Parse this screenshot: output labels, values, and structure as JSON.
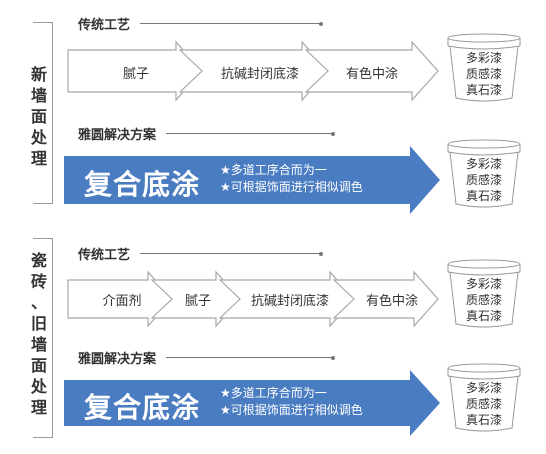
{
  "section1": {
    "side_label": [
      "新",
      "墙",
      "面",
      "处",
      "理"
    ],
    "traditional_title": "传统工艺",
    "traditional_steps": [
      "腻子",
      "抗碱封闭底漆",
      "有色中涂"
    ],
    "solution_title": "雅圆解决方案",
    "solution_main": "复合底涂",
    "solution_notes": [
      "★多道工序合而为一",
      "★可根据饰面进行相似调色"
    ],
    "bucket_top": [
      "多彩漆",
      "质感漆",
      "真石漆"
    ],
    "bucket_bottom": [
      "多彩漆",
      "质感漆",
      "真石漆"
    ]
  },
  "section2": {
    "side_label": [
      "瓷",
      "砖",
      "、",
      "旧",
      "墙",
      "面",
      "处",
      "理"
    ],
    "traditional_title": "传统工艺",
    "traditional_steps": [
      "介面剂",
      "腻子",
      "抗碱封闭底漆",
      "有色中涂"
    ],
    "solution_title": "雅圆解决方案",
    "solution_main": "复合底涂",
    "solution_notes": [
      "★多道工序合而为一",
      "★可根据饰面进行相似调色"
    ],
    "bucket_top": [
      "多彩漆",
      "质感漆",
      "真石漆"
    ],
    "bucket_bottom": [
      "多彩漆",
      "质感漆",
      "真石漆"
    ]
  },
  "colors": {
    "arrow_blue": "#4a7cc2",
    "step_border": "#a8a8a8",
    "text": "#333333"
  },
  "icons": [
    "paint-bucket-icon",
    "chevron-arrow-icon"
  ]
}
